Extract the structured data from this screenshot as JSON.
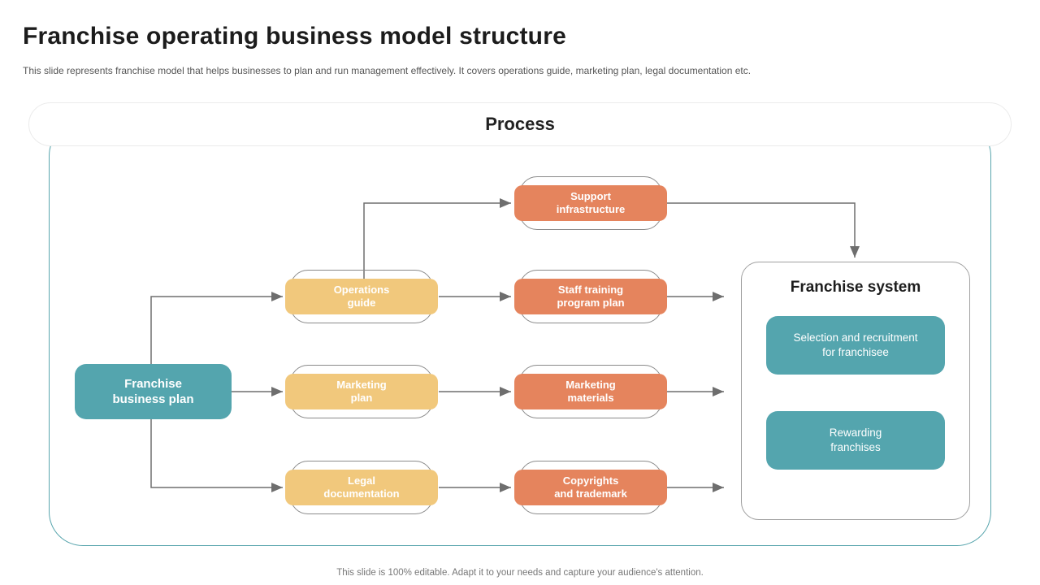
{
  "slide": {
    "title": "Franchise operating business model structure",
    "subtitle": "This slide represents franchise model that helps businesses to plan and run management effectively. It covers operations guide, marketing plan, legal documentation etc.",
    "footer": "This slide is 100% editable. Adapt it to your needs and capture your audience's attention."
  },
  "process": {
    "header": "Process",
    "root": {
      "lines": [
        "Franchise",
        "business plan"
      ]
    },
    "stage1": [
      {
        "lines": [
          "Operations",
          "guide"
        ]
      },
      {
        "lines": [
          "Marketing",
          "plan"
        ]
      },
      {
        "lines": [
          "Legal",
          "documentation"
        ]
      }
    ],
    "stage2": [
      {
        "lines": [
          "Support",
          "infrastructure"
        ]
      },
      {
        "lines": [
          "Staff training",
          "program plan"
        ]
      },
      {
        "lines": [
          "Marketing",
          "materials"
        ]
      },
      {
        "lines": [
          "Copyrights",
          "and trademark"
        ]
      }
    ],
    "system": {
      "title": "Franchise system",
      "steps": [
        {
          "lines": [
            "Selection and recruitment",
            "for franchisee"
          ]
        },
        {
          "lines": [
            "Rewarding",
            "franchises"
          ]
        }
      ]
    }
  },
  "colors": {
    "teal": "#54a5ae",
    "yellow": "#f1c87c",
    "orange": "#e5845d",
    "connector": "#6e6e6e",
    "panel_border": "#a0a0a0",
    "container_border": "#58a5ad"
  }
}
